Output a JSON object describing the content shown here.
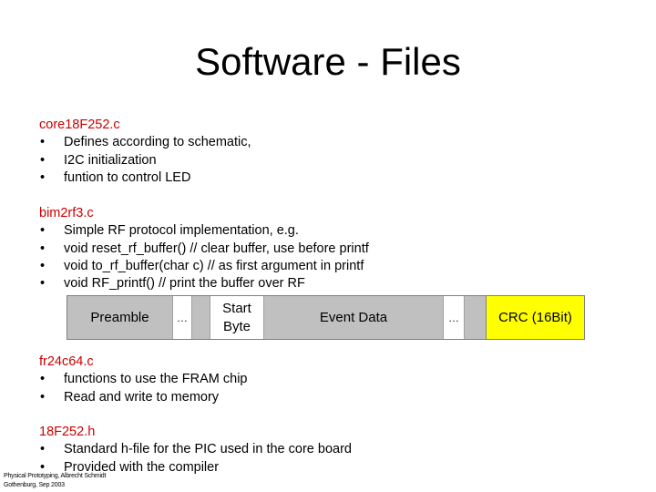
{
  "title": "Software - Files",
  "sections": {
    "core": {
      "heading": "core18F252.c",
      "bullets": [
        "Defines according to schematic,",
        "I2C initialization",
        "funtion to control LED"
      ]
    },
    "bim": {
      "heading": "bim2rf3.c",
      "bullets": [
        "Simple RF protocol implementation, e.g.",
        "void reset_rf_buffer() // clear buffer, use before printf",
        "void to_rf_buffer(char c) // as first argument in printf",
        "void RF_printf() // print the buffer over RF"
      ]
    },
    "fr": {
      "heading": "fr24c64.c",
      "bullets": [
        "functions to use the FRAM chip",
        "Read and write to memory"
      ]
    },
    "h": {
      "heading": "18F252.h",
      "bullets": [
        "Standard h-file for the PIC used in the core board",
        "Provided with the compiler"
      ]
    }
  },
  "packet": {
    "preamble": "Preamble",
    "ellipsis1": "…",
    "start_line1": "Start",
    "start_line2": "Byte",
    "event_data": "Event Data",
    "ellipsis2": "…",
    "crc": "CRC (16Bit)"
  },
  "footer": {
    "line1": "Physical Prototyping, Albrecht Schmidt",
    "line2": "Gothenburg, Sep 2003"
  },
  "colors": {
    "heading": "#cc0000",
    "packet_gray": "#c0c0c0",
    "crc_yellow": "#ffff00"
  }
}
